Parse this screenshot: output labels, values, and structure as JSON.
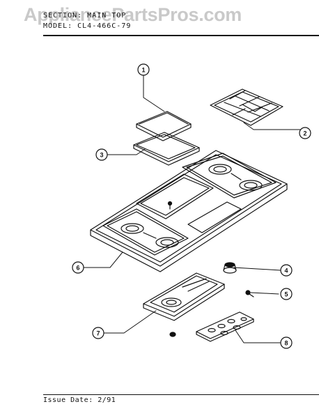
{
  "watermark": "AppliancePartsPros.com",
  "header": {
    "section_line": "SECTION: MAIN TOP",
    "model_line": "MODEL: CL4-466C-79"
  },
  "footer": {
    "issue_date": "Issue Date: 2/91"
  },
  "callouts": [
    "1",
    "2",
    "3",
    "4",
    "5",
    "6",
    "7",
    "8"
  ]
}
